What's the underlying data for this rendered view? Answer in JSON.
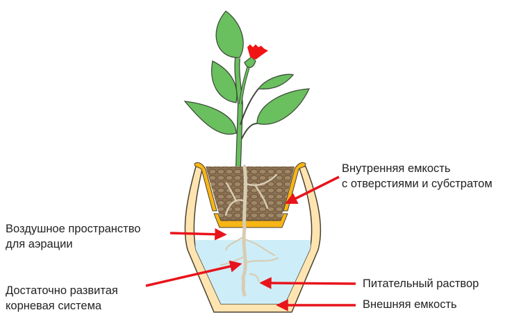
{
  "labels": {
    "inner_pot": [
      "Внутренняя емкость",
      "с отверстиями и субстратом"
    ],
    "air_space": [
      "Воздушное пространство",
      "для аэрации"
    ],
    "roots": [
      "Достаточно развитая",
      "корневая система"
    ],
    "solution": "Питательный раствор",
    "outer_pot": "Внешняя емкость"
  },
  "colors": {
    "arrow": "#e8141c",
    "leaf": "#6abf5e",
    "flower": "#f01414",
    "outer_pot": "#fde4b0",
    "inner_pot": "#f7b516",
    "soil": "#8b7052",
    "water": "#cdeef8",
    "root": "#d8ccb4"
  }
}
